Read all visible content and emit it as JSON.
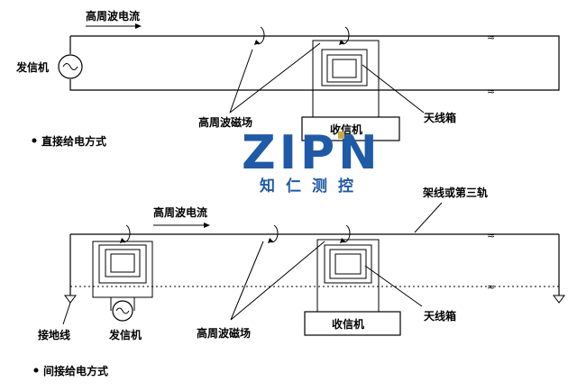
{
  "direct": {
    "current_label": "高周波电流",
    "transmitter_label": "发信机",
    "field_label": "高周波磁场",
    "receiver_label": "收信机",
    "antenna_label": "天线箱",
    "method_label": "直接给电方式"
  },
  "logo": {
    "text": "ZIPN",
    "subtext": "知仁测控",
    "colors": {
      "main": "#1f5aa8",
      "accent": "#c8aa3c"
    }
  },
  "indirect": {
    "current_label": "高周波电流",
    "rail_label": "架线或第三轨",
    "transmitter_label": "发信机",
    "ground_label": "接地线",
    "field_label": "高周波磁场",
    "receiver_label": "收信机",
    "antenna_label": "天线箱",
    "method_label": "间接给电方式"
  }
}
